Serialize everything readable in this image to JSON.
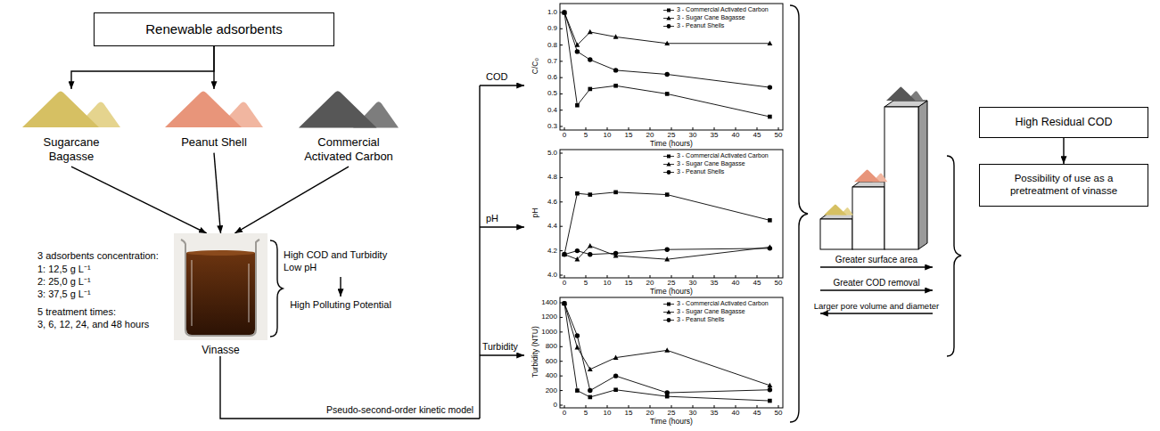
{
  "diagram": {
    "nodes": [
      {
        "text": [
          "Renewable adsorbents"
        ]
      },
      {
        "text": [
          "Sugarcane Bagasse"
        ]
      },
      {
        "text": [
          "Peanut Shell"
        ]
      },
      {
        "text": [
          "Commercial Activated Carbon"
        ]
      },
      {
        "text": [
          "Vinasse"
        ]
      },
      {
        "text": [
          "High Residual COD"
        ]
      },
      {
        "text": [
          "Possibility of use as a pretreatment of vinasse"
        ]
      }
    ],
    "edges": [
      {
        "from": 0,
        "to": 1,
        "arrow": "to"
      },
      {
        "from": 0,
        "to": 2,
        "arrow": "to"
      },
      {
        "from": 1,
        "to": 4,
        "arrow": "to"
      },
      {
        "from": 2,
        "to": 4,
        "arrow": "to"
      },
      {
        "from": 3,
        "to": 4,
        "arrow": "to"
      },
      {
        "from": 5,
        "to": 6,
        "arrow": "to"
      }
    ],
    "labels": [
      "3 adsorbents concentration:",
      "1: 12,5 g L⁻¹",
      "2: 25,0 g L⁻¹",
      "3: 37,5 g L⁻¹",
      "5 treatment times:",
      "3, 6, 12, 24, and 48 hours",
      "High COD and Turbidity",
      "Low pH",
      "High Polluting Potential",
      "Pseudo-second-order kinetic model",
      "COD",
      "pH",
      "Turbidity",
      "C/C₀",
      "0.3",
      "0.4",
      "0.5",
      "0.6",
      "0.7",
      "0.8",
      "0.9",
      "1.0",
      "0",
      "5",
      "10",
      "15",
      "20",
      "25",
      "30",
      "35",
      "40",
      "45",
      "50",
      "Time (hours)",
      "pH",
      "4.0",
      "4.2",
      "4.4",
      "4.6",
      "4.8",
      "5.0",
      "0",
      "5",
      "10",
      "15",
      "20",
      "25",
      "30",
      "35",
      "40",
      "45",
      "50",
      "Time (hours)",
      "Turbidity (NTU)",
      "0",
      "200",
      "400",
      "600",
      "800",
      "1000",
      "1200",
      "1400",
      "0",
      "5",
      "10",
      "15",
      "20",
      "25",
      "30",
      "35",
      "40",
      "45",
      "50",
      "Time (hours)",
      "Greater surface area",
      "Greater COD removal",
      "Larger pore volume and diameter"
    ],
    "legend": [
      {
        "text": "3 - Commercial Activated Carbon"
      },
      {
        "text": "3 - Sugar Cane Bagasse"
      },
      {
        "text": "3 - Peanut Shells"
      },
      {
        "text": "3 - Commercial Activated Carbon"
      },
      {
        "text": "3 - Sugar Cane Bagasse"
      },
      {
        "text": "3 - Peanut Shells"
      },
      {
        "text": "3 - Commercial Activated Carbon"
      },
      {
        "text": "3 - Sugar Cane Bagasse"
      },
      {
        "text": "3 - Peanut Shells"
      }
    ]
  }
}
